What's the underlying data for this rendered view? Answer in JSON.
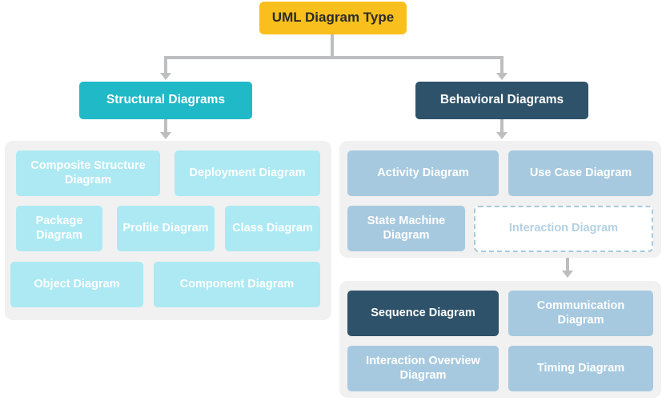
{
  "diagram": {
    "title": "UML Diagram Type",
    "root": {
      "label": "UML Diagram Type",
      "color": "#f9bf1c"
    },
    "branches": [
      {
        "label": "Structural Diagrams",
        "color": "#1fb9c8",
        "children": [
          "Composite Structure Diagram",
          "Deployment Diagram",
          "Package Diagram",
          "Profile Diagram",
          "Class Diagram",
          "Object Diagram",
          "Component Diagram"
        ]
      },
      {
        "label": "Behavioral Diagrams",
        "color": "#2e5269",
        "children": [
          "Activity Diagram",
          "Use Case Diagram",
          "State Machine Diagram",
          "Interaction Diagram"
        ]
      }
    ],
    "interaction_children": [
      "Sequence Diagram",
      "Communication Diagram",
      "Interaction Overview Diagram",
      "Timing Diagram"
    ],
    "nodes": {
      "composite_structure": "Composite Structure Diagram",
      "deployment": "Deployment Diagram",
      "package": "Package Diagram",
      "profile": "Profile Diagram",
      "class": "Class Diagram",
      "object": "Object Diagram",
      "component": "Component Diagram",
      "activity": "Activity Diagram",
      "use_case": "Use Case Diagram",
      "state_machine": "State Machine Diagram",
      "interaction": "Interaction Diagram",
      "sequence": "Sequence Diagram",
      "communication": "Communication Diagram",
      "interaction_overview": "Interaction Overview Diagram",
      "timing": "Timing Diagram"
    },
    "colors": {
      "root": "#f9bf1c",
      "structural": "#1fb9c8",
      "behavioral": "#2e5269",
      "leaf_structural": "#ace9f3",
      "leaf_behavioral": "#a6c9df",
      "leaf_highlight": "#2e5269",
      "panel": "#f1f1f1",
      "connector": "#bcbec0",
      "dashed_border": "#a6c9df"
    }
  }
}
